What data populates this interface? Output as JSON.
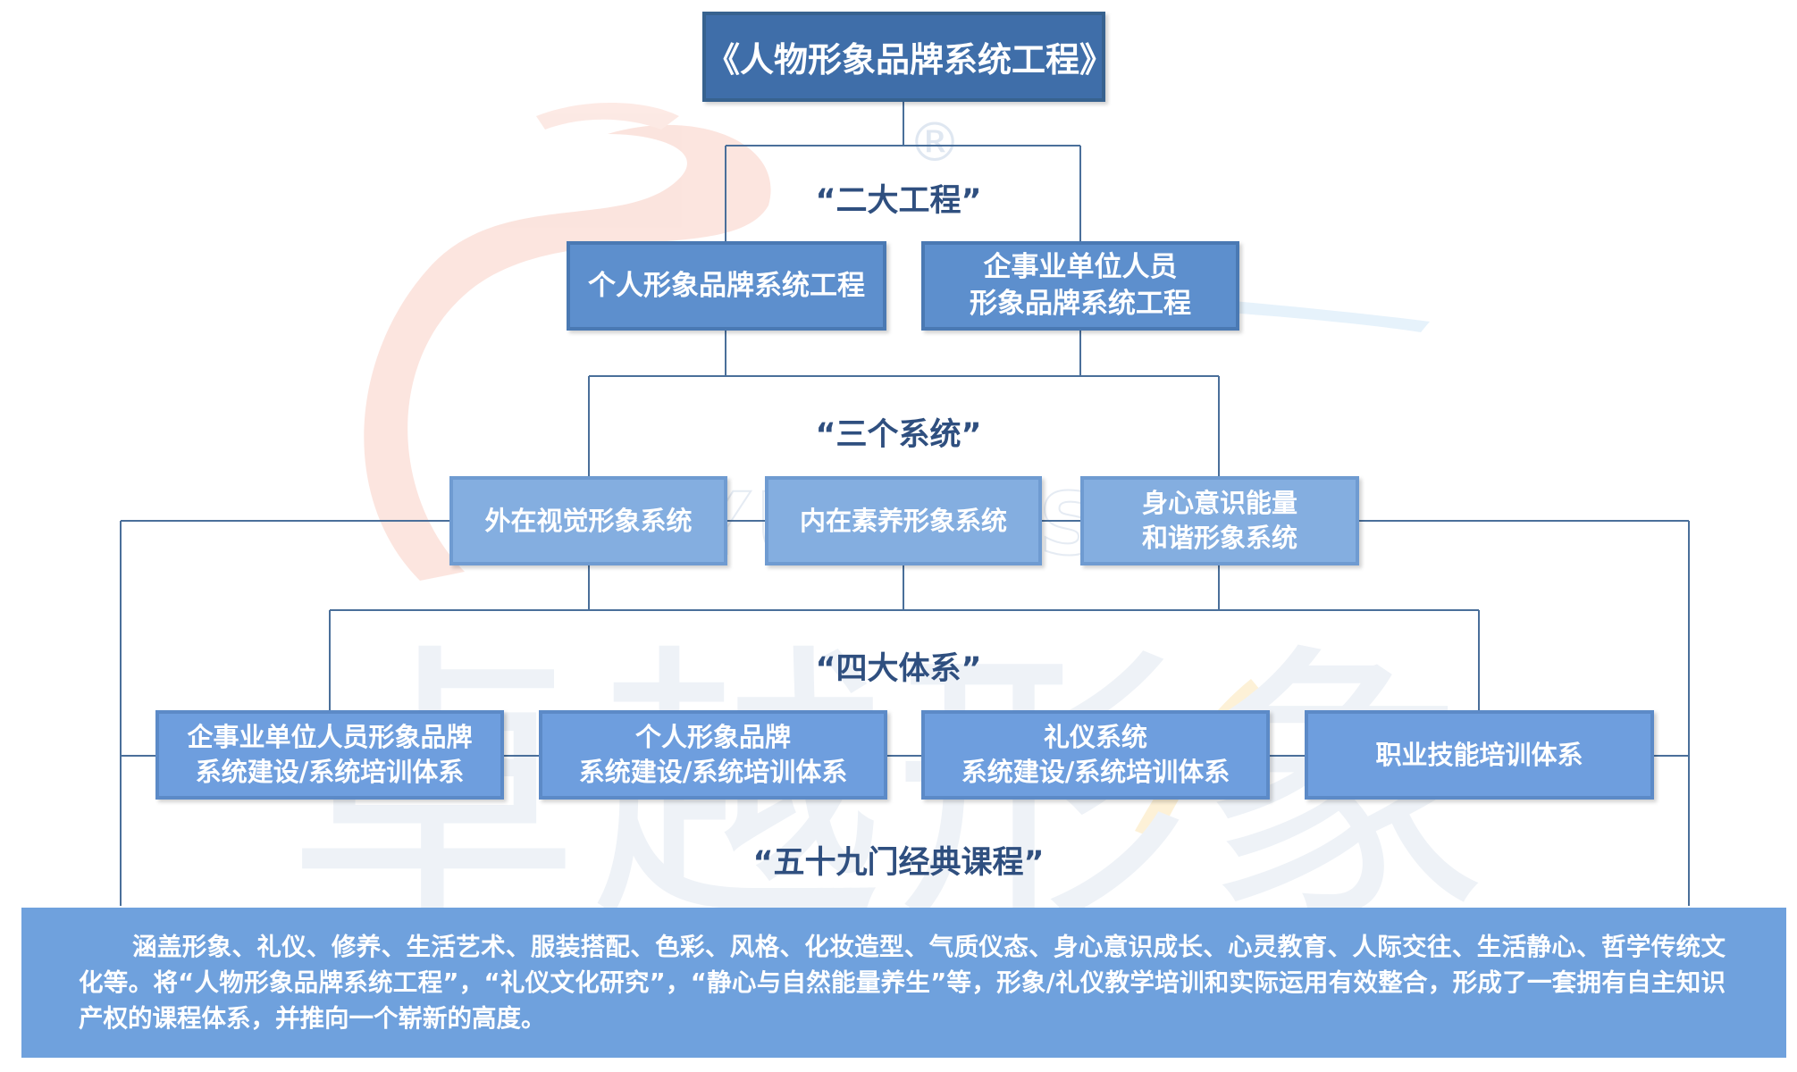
{
  "title": "《人物形象品牌系统工程》",
  "headings": {
    "two": "“二大工程”",
    "three": "“三个系统”",
    "four": "“四大体系”",
    "courses": "“五十九门经典课程”"
  },
  "projects": [
    {
      "line1": "个人形象品牌系统工程",
      "line2": ""
    },
    {
      "line1": "企事业单位人员",
      "line2": "形象品牌系统工程"
    }
  ],
  "systems": [
    {
      "line1": "外在视觉形象系统",
      "line2": ""
    },
    {
      "line1": "内在素养形象系统",
      "line2": ""
    },
    {
      "line1": "身心意识能量",
      "line2": "和谐形象系统"
    }
  ],
  "frameworks": [
    {
      "line1": "企事业单位人员形象品牌",
      "line2": "系统建设/系统培训体系"
    },
    {
      "line1": "个人形象品牌",
      "line2": "系统建设/系统培训体系"
    },
    {
      "line1": "礼仪系统",
      "line2": "系统建设/系统培训体系"
    },
    {
      "line1": "职业技能培训体系",
      "line2": ""
    }
  ],
  "description": "涵盖形象、礼仪、修养、生活艺术、服装搭配、色彩、风格、化妆造型、气质仪态、身心意识成长、心灵教育、人际交往、生活静心、哲学传统文化等。将“人物形象品牌系统工程”，“礼仪文化研究”，“静心与自然能量养生”等，形象/礼仪教学培训和实际运用有效整合，形成了一套拥有自主知识产权的课程体系，并推向一个崭新的高度。",
  "watermark": {
    "registered": "®",
    "latin": "ZUOYUE VISAGE",
    "chinese": "卓越形象"
  },
  "colors": {
    "top_box": "#3f6ea9",
    "project_box": "#5d8fcd",
    "system_box": "#84aee0",
    "framework_box": "#6e9ede",
    "description_bg": "#6fa1dd",
    "connector": "#4a6f9a",
    "heading_text": "#2f4f7f"
  }
}
